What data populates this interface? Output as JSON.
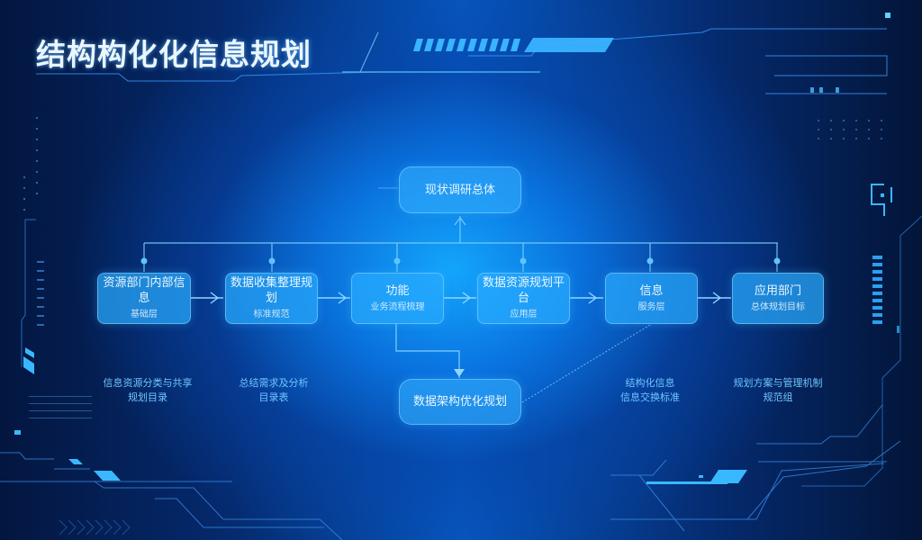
{
  "title": "结构构化化信息规划",
  "colors": {
    "background_dark": "#03163f",
    "background_center": "#1aa8ff",
    "node_fill": "#2aa8ff",
    "line": "#7fd0ff",
    "accent_cyan": "#3ab8ff",
    "title_text": "#eaf6ff",
    "note_text": "#6fc6ff"
  },
  "diagram": {
    "top_node": {
      "label": "现状调研总体"
    },
    "steps": [
      {
        "label": "资源部门内部信息",
        "sub": "基础层"
      },
      {
        "label": "数据收集整理规划",
        "sub": "标准规范"
      },
      {
        "label": "功能",
        "sub": "业务流程梳理"
      },
      {
        "label": "数据资源规划平台",
        "sub": "应用层"
      },
      {
        "label": "信息",
        "sub": "服务层"
      },
      {
        "label": "应用部门",
        "sub": "总体规划目标"
      }
    ],
    "bottom_node": {
      "label": "数据架构优化规划"
    },
    "notes": [
      {
        "line1": "信息资源分类与共享",
        "line2": "规划目录"
      },
      {
        "line1": "总结需求及分析",
        "line2": "目录表"
      },
      {
        "line1": "结构化信息",
        "line2": "信息交换标准"
      },
      {
        "line1": "规划方案与管理机制",
        "line2": "规范组"
      }
    ],
    "connections": [
      "steps.0 -> steps.1",
      "steps.1 -> steps.2",
      "steps.2 -> steps.3",
      "steps.3 -> steps.4",
      "steps.4 -> steps.5",
      "bus -> top_node",
      "steps.2 -> bottom_node",
      "bottom_node -> steps.4 (dashed)"
    ]
  },
  "decorations": {
    "icons": [
      "hud-stripe-bar",
      "hud-parallelogram",
      "bracket-corner-icon",
      "level-meter-icon",
      "chevron-arrows"
    ]
  }
}
